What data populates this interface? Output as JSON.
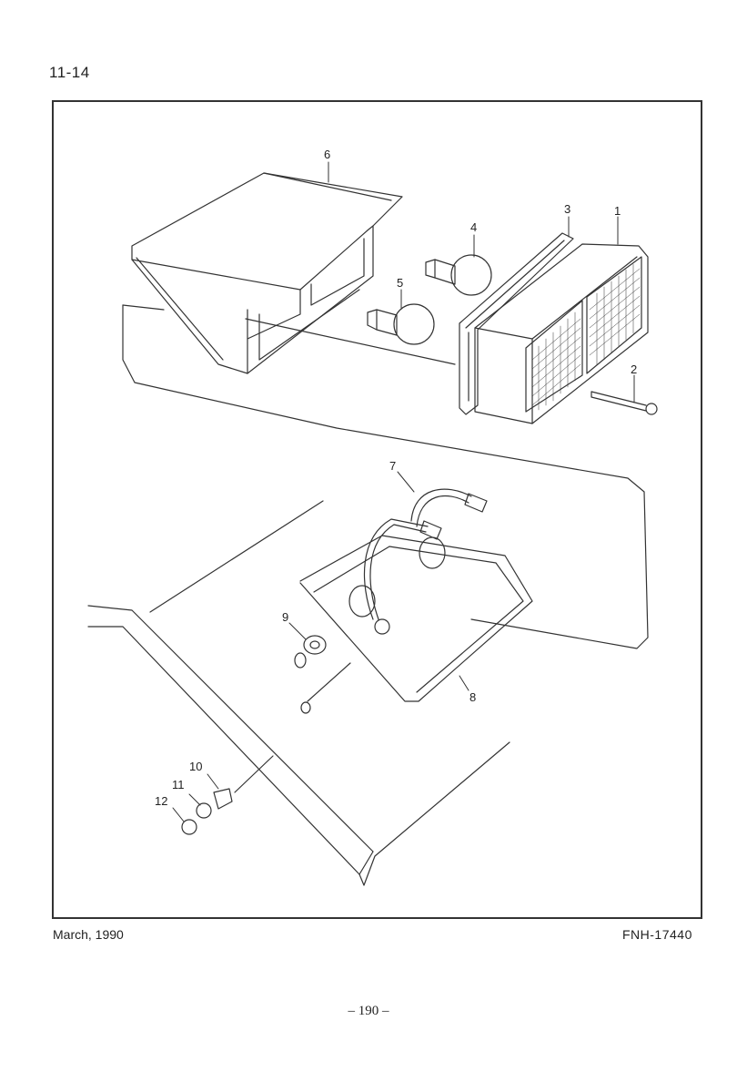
{
  "header": {
    "section_number": "11-14"
  },
  "footer": {
    "date": "March, 1990",
    "doc_code": "FNH-17440",
    "page_number": "– 190 –"
  },
  "callouts": [
    "1",
    "2",
    "3",
    "4",
    "5",
    "6",
    "7",
    "8",
    "9",
    "10",
    "11",
    "12"
  ]
}
